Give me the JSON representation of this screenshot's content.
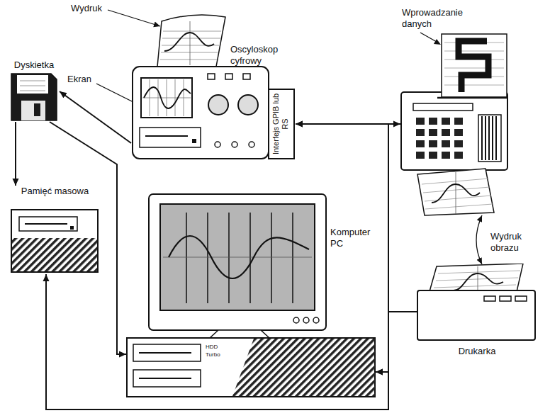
{
  "diagram": {
    "nodes": [
      {
        "text": [
          "Oscyloskop cyfrowy",
          "Interfejs GPIB lub RS"
        ]
      },
      {
        "text": [
          "Dyskietka"
        ]
      },
      {
        "text": [
          "Pamięć masowa"
        ]
      },
      {
        "text": [
          "Komputer PC"
        ]
      },
      {
        "text": [
          "Wprowadzanie danych"
        ]
      },
      {
        "text": [
          "Drukarka"
        ]
      }
    ],
    "edges": [
      {
        "from": 0,
        "to": 1,
        "arrow": "to"
      },
      {
        "from": 1,
        "to": 2,
        "arrow": "to"
      },
      {
        "from": 1,
        "to": 3,
        "arrow": "to"
      },
      {
        "from": 0,
        "to": 4,
        "arrow": "both"
      },
      {
        "from": 0,
        "to": 3,
        "arrow": "both"
      },
      {
        "from": 3,
        "to": 5,
        "arrow": "none"
      },
      {
        "from": 2,
        "to": 3,
        "arrow": "both"
      }
    ],
    "labels": [
      "Wydruk",
      "Ekran",
      "Wydruk obrazu",
      "HDD",
      "Turbo"
    ]
  }
}
